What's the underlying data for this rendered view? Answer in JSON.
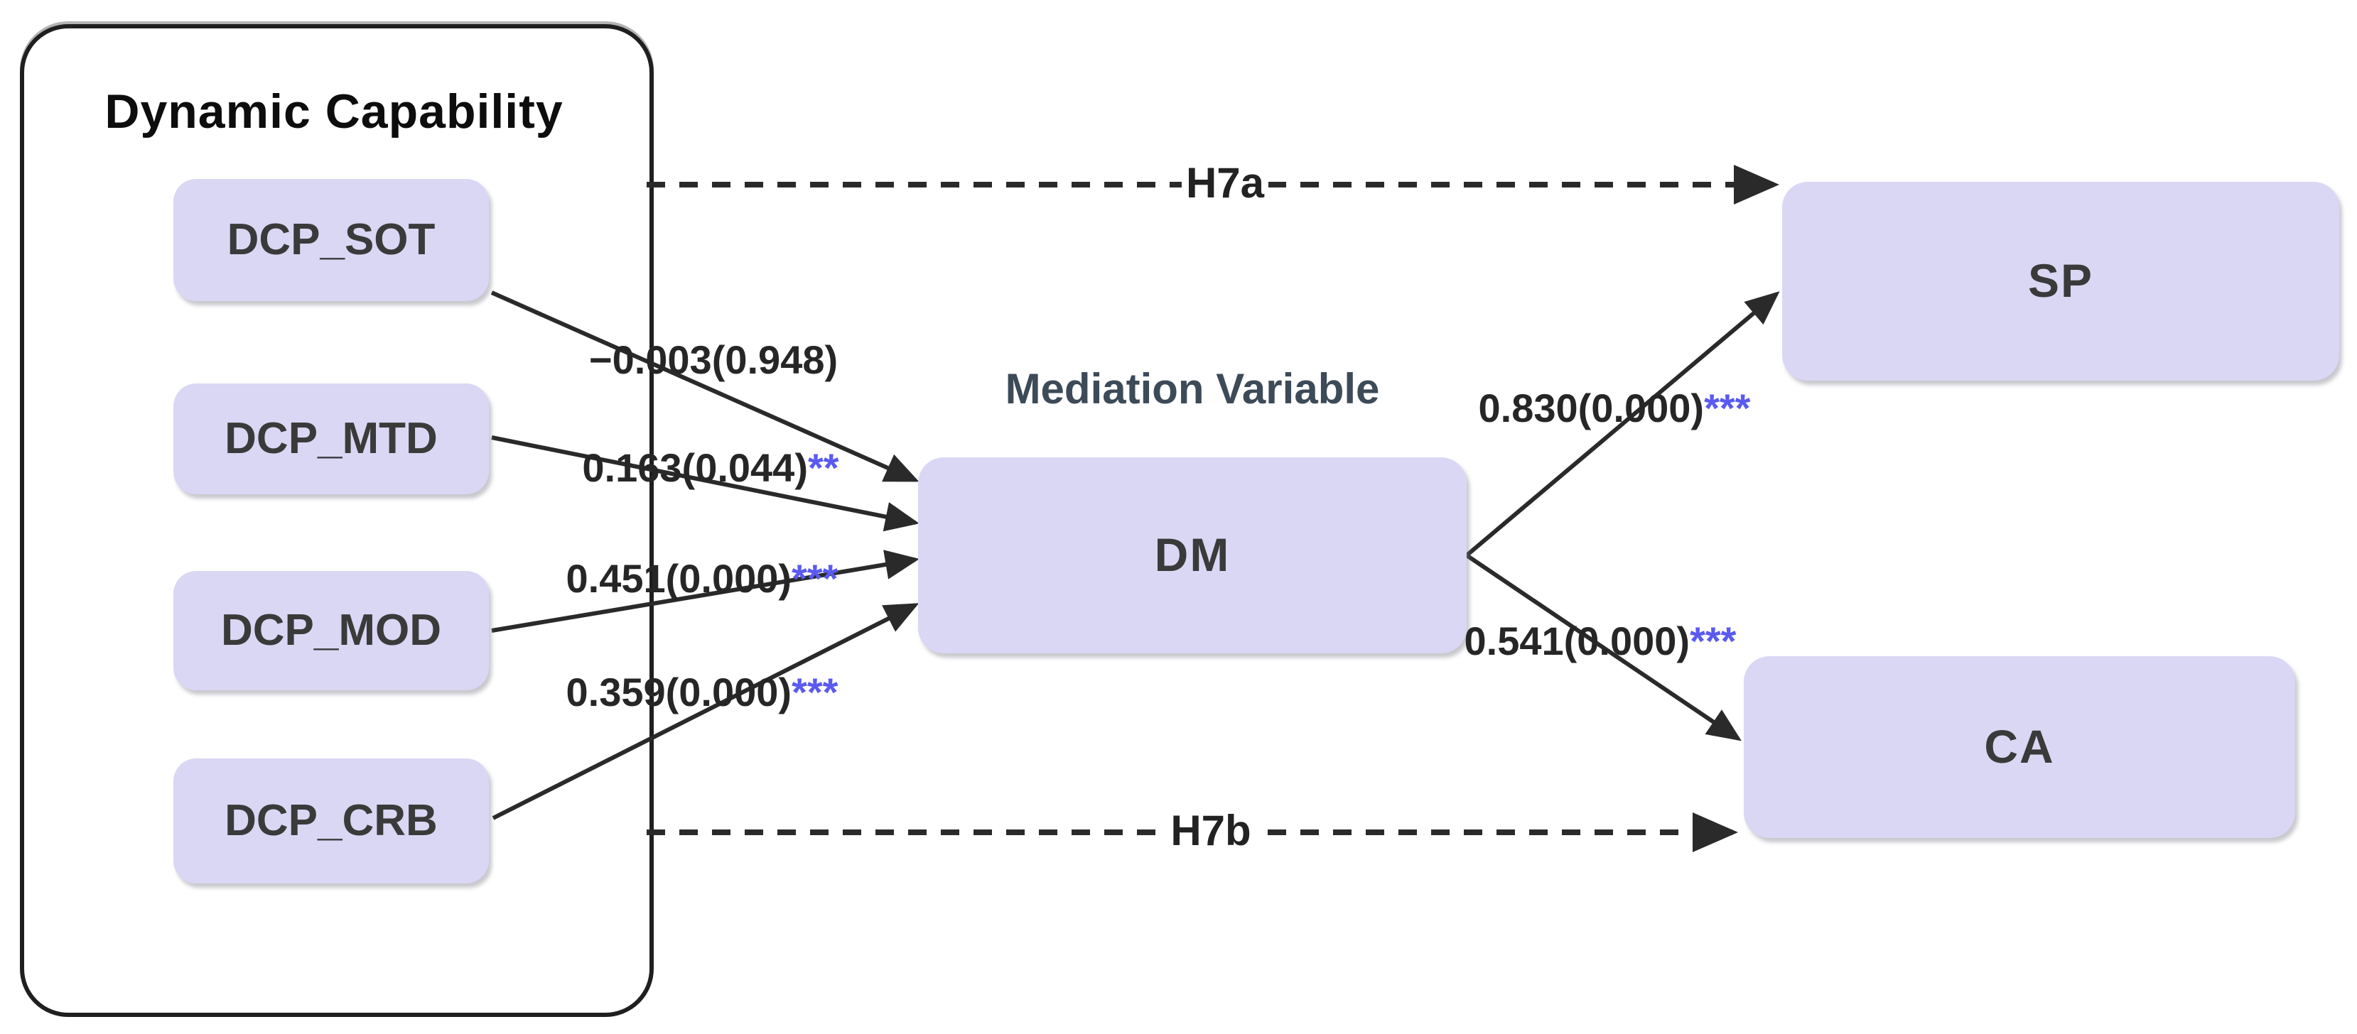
{
  "group": {
    "title": "Dynamic Capability"
  },
  "indicators": [
    {
      "id": "dcp_sot",
      "label": "DCP_SOT"
    },
    {
      "id": "dcp_mtd",
      "label": "DCP_MTD"
    },
    {
      "id": "dcp_mod",
      "label": "DCP_MOD"
    },
    {
      "id": "dcp_crb",
      "label": "DCP_CRB"
    }
  ],
  "mediator": {
    "heading": "Mediation Variable",
    "label": "DM"
  },
  "outcomes": [
    {
      "id": "sp",
      "label": "SP"
    },
    {
      "id": "ca",
      "label": "CA"
    }
  ],
  "paths": [
    {
      "from": "DCP_SOT",
      "to": "DM",
      "coef": "−0.003(0.948)",
      "stars": ""
    },
    {
      "from": "DCP_MTD",
      "to": "DM",
      "coef": "0.163(0.044)",
      "stars": "**"
    },
    {
      "from": "DCP_MOD",
      "to": "DM",
      "coef": "0.451(0.000)",
      "stars": "***"
    },
    {
      "from": "DCP_CRB",
      "to": "DM",
      "coef": "0.359(0.000)",
      "stars": "***"
    },
    {
      "from": "DM",
      "to": "SP",
      "coef": "0.830(0.000)",
      "stars": "***"
    },
    {
      "from": "DM",
      "to": "CA",
      "coef": "0.541(0.000)",
      "stars": "***"
    }
  ],
  "hypotheses": [
    {
      "label": "H7a",
      "from": "Dynamic Capability",
      "to": "SP",
      "style": "dashed"
    },
    {
      "label": "H7b",
      "from": "Dynamic Capability",
      "to": "CA",
      "style": "dashed"
    }
  ],
  "colors": {
    "node_fill": "#dad7f4",
    "node_text": "#3a3a3a",
    "connector": "#2a2a2a",
    "significance_stars": "#5a5af0",
    "heading_text": "#3d4a57",
    "group_border": "#1f1f1f",
    "background": "#ffffff"
  }
}
